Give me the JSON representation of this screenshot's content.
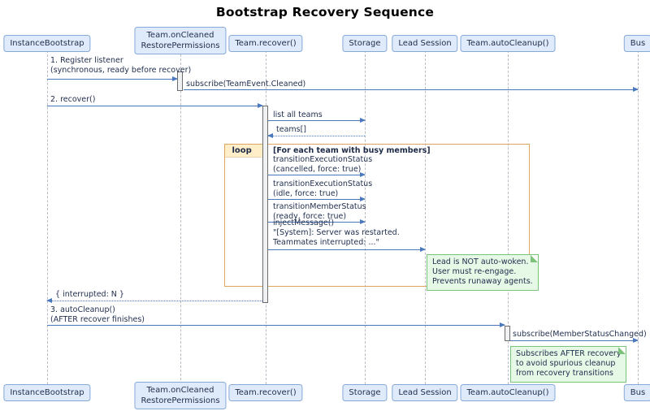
{
  "title": "Bootstrap Recovery Sequence",
  "participants": [
    {
      "label": "InstanceBootstrap"
    },
    {
      "line1": "Team.onCleaned",
      "line2": "RestorePermissions"
    },
    {
      "label": "Team.recover()"
    },
    {
      "label": "Storage"
    },
    {
      "label": "Lead Session"
    },
    {
      "label": "Team.autoCleanup()"
    },
    {
      "label": "Bus"
    }
  ],
  "messages": {
    "register_listener": {
      "line1": "1. Register listener",
      "line2": "(synchronous, ready before recover)"
    },
    "subscribe_cleaned": {
      "label": "subscribe(TeamEvent.Cleaned)"
    },
    "recover": {
      "label": "2. recover()"
    },
    "list_all_teams": {
      "label": "list all teams"
    },
    "teams_return": {
      "label": "teams[]"
    },
    "transition_cancelled": {
      "line1": "transitionExecutionStatus",
      "line2": "(cancelled, force: true)"
    },
    "transition_idle": {
      "line1": "transitionExecutionStatus",
      "line2": "(idle, force: true)"
    },
    "transition_member": {
      "line1": "transitionMemberStatus",
      "line2": "(ready, force: true)"
    },
    "inject_message": {
      "line1": "injectMessage()",
      "line2": "\"[System]: Server was restarted.",
      "line3": "Teammates interrupted: ...\""
    },
    "interrupted_return": {
      "label": "{ interrupted: N }"
    },
    "auto_cleanup": {
      "line1": "3. autoCleanup()",
      "line2": "(AFTER recover finishes)"
    },
    "subscribe_member": {
      "label": "subscribe(MemberStatusChanged)"
    }
  },
  "loop": {
    "label": "loop",
    "condition": "[For each team with busy members]"
  },
  "notes": {
    "lead_note": {
      "line1": "Lead is NOT auto-woken.",
      "line2": "User must re-engage.",
      "line3": "Prevents runaway agents."
    },
    "subscribe_note": {
      "line1": "Subscribes AFTER recovery",
      "line2": "to avoid spurious cleanup",
      "line3": "from recovery transitions"
    }
  },
  "colors": {
    "arrow_blue": "#4978bd",
    "participant_fill": "#dfeafa",
    "participant_border": "#85a9d8",
    "lifeline_gray": "#b9bcc4",
    "loop_border": "#dda55f",
    "loop_header_fill": "#ffeec8",
    "note_fill": "#e6f8e6",
    "note_border": "#7cc47c",
    "text": "#22304f"
  }
}
